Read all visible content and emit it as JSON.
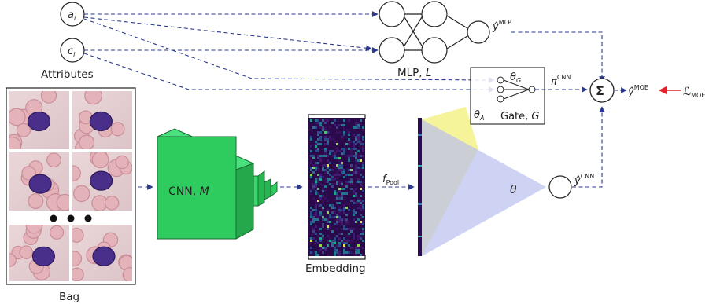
{
  "inputs": {
    "a": {
      "base": "a",
      "sub": "i"
    },
    "c": {
      "base": "c",
      "sub": "i"
    },
    "attributes_label": "Attributes"
  },
  "bag": {
    "label": "Bag"
  },
  "cnn": {
    "label_text": "CNN, ",
    "label_var": "M"
  },
  "embedding": {
    "label": "Embedding"
  },
  "pool": {
    "base": "f",
    "sub": "Pool"
  },
  "mlp": {
    "label_text": "MLP, ",
    "label_var": "L",
    "output": {
      "base": "ŷ",
      "sup": "MLP"
    }
  },
  "gate": {
    "label_text": "Gate, ",
    "label_var": "G",
    "theta_g": {
      "base": "θ",
      "sub": "G"
    },
    "theta_a": {
      "base": "θ",
      "sub": "A"
    },
    "pi": {
      "base": "π",
      "sup": "CNN"
    }
  },
  "classifier": {
    "theta": "θ",
    "output": {
      "base": "ŷ",
      "sup": "CNN"
    }
  },
  "sum": {
    "symbol": "Σ",
    "output": {
      "base": "ŷ",
      "sup": "MOE"
    }
  },
  "loss": {
    "base": "ℒ",
    "sub": "MOE"
  },
  "colors": {
    "arrow": "#2b3a8f",
    "cnn_green": "#2ecc5f",
    "loss_arrow": "#e0202a",
    "theta_a_fill": "#f3f07a",
    "theta_fill": "#b9bfee"
  }
}
